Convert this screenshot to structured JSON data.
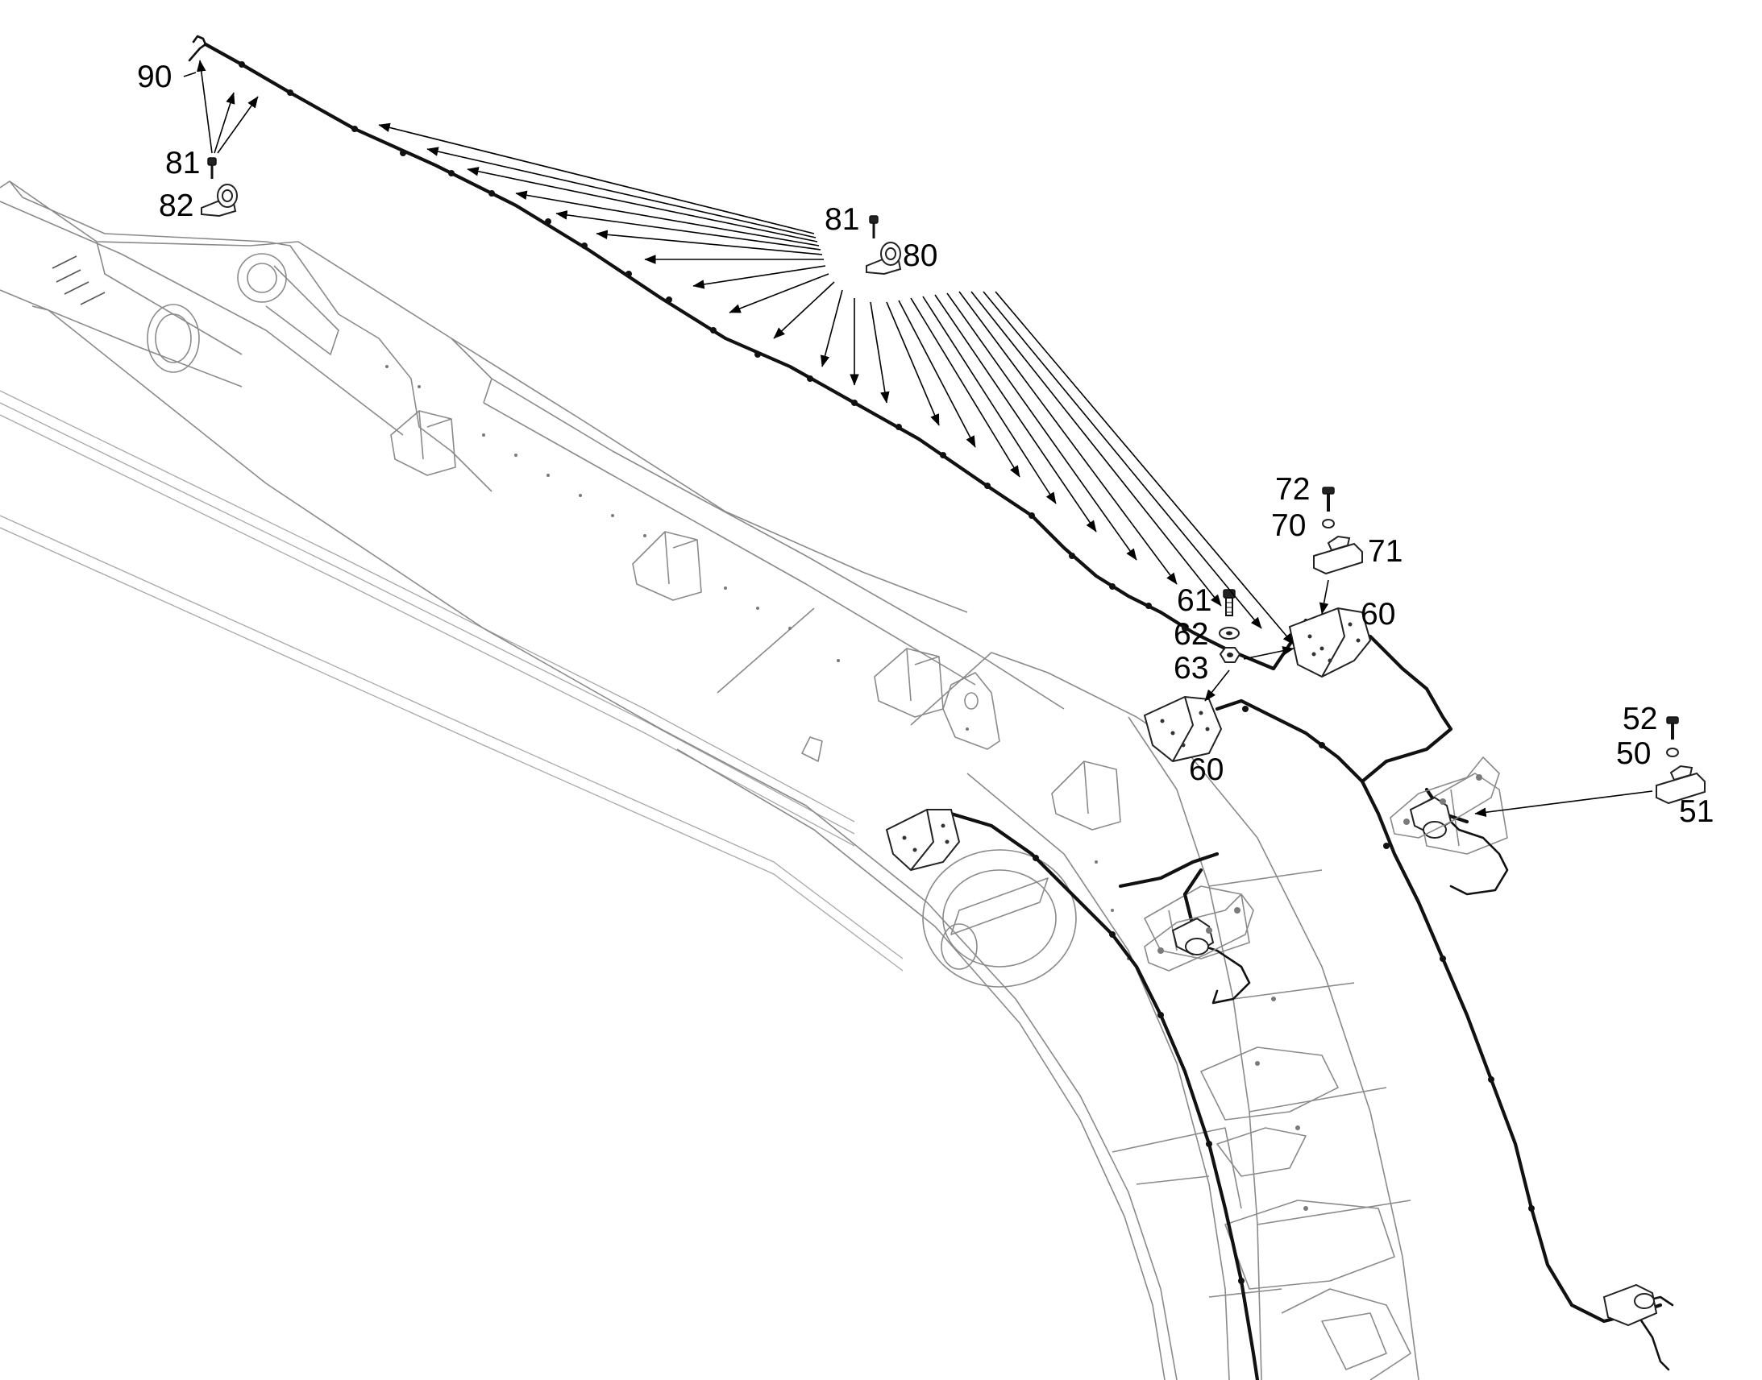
{
  "diagram": {
    "labels": {
      "p90": "90",
      "p81a": "81",
      "p82": "82",
      "p81b": "81",
      "p80": "80",
      "p72": "72",
      "p70": "70",
      "p71": "71",
      "p61": "61",
      "p62": "62",
      "p63": "63",
      "p60a": "60",
      "p60b": "60",
      "p52": "52",
      "p50": "50",
      "p51": "51"
    }
  }
}
